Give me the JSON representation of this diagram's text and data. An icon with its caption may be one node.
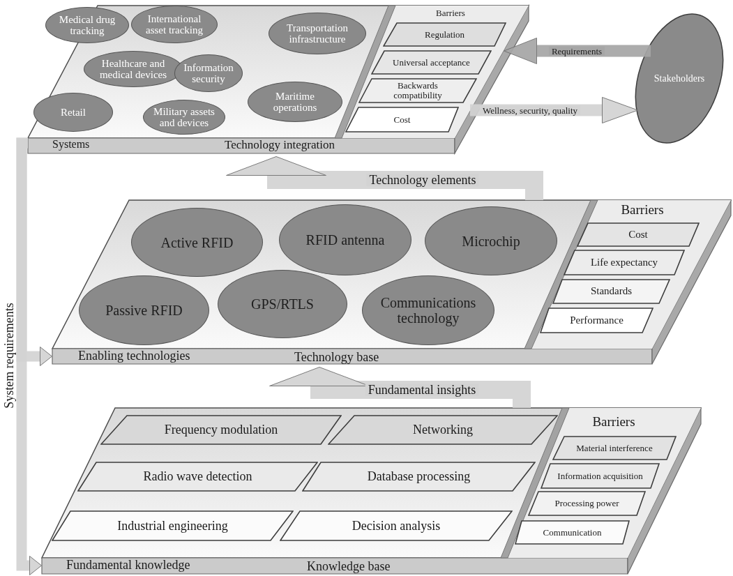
{
  "diagram": {
    "nodes": [
      {
        "text": [
          "Systems",
          "Technology integration"
        ]
      },
      {
        "text": [
          "Medical drug tracking"
        ],
        "in": 0
      },
      {
        "text": [
          "International asset tracking"
        ],
        "in": 0
      },
      {
        "text": [
          "Transportation infrastructure"
        ],
        "in": 0
      },
      {
        "text": [
          "Healthcare and medical devices"
        ],
        "in": 0
      },
      {
        "text": [
          "Information security"
        ],
        "in": 0
      },
      {
        "text": [
          "Maritime operations"
        ],
        "in": 0
      },
      {
        "text": [
          "Retail"
        ],
        "in": 0
      },
      {
        "text": [
          "Military assets and devices"
        ],
        "in": 0
      },
      {
        "text": [
          "Barriers"
        ],
        "in": 0
      },
      {
        "text": [
          "Regulation"
        ],
        "in": 9
      },
      {
        "text": [
          "Universal acceptance"
        ],
        "in": 9
      },
      {
        "text": [
          "Backwards compatibility"
        ],
        "in": 9
      },
      {
        "text": [
          "Cost"
        ],
        "in": 9
      },
      {
        "text": [
          "Stakeholders"
        ]
      },
      {
        "text": [
          "Enabling technologies",
          "Technology base"
        ]
      },
      {
        "text": [
          "Active RFID"
        ],
        "in": 15
      },
      {
        "text": [
          "RFID antenna"
        ],
        "in": 15
      },
      {
        "text": [
          "Microchip"
        ],
        "in": 15
      },
      {
        "text": [
          "Passive RFID"
        ],
        "in": 15
      },
      {
        "text": [
          "GPS/RTLS"
        ],
        "in": 15
      },
      {
        "text": [
          "Communications technology"
        ],
        "in": 15
      },
      {
        "text": [
          "Barriers"
        ],
        "in": 15
      },
      {
        "text": [
          "Cost"
        ],
        "in": 22
      },
      {
        "text": [
          "Life expectancy"
        ],
        "in": 22
      },
      {
        "text": [
          "Standards"
        ],
        "in": 22
      },
      {
        "text": [
          "Performance"
        ],
        "in": 22
      },
      {
        "text": [
          "Fundamental knowledge",
          "Knowledge base"
        ]
      },
      {
        "text": [
          "Frequency modulation"
        ],
        "in": 27
      },
      {
        "text": [
          "Networking"
        ],
        "in": 27
      },
      {
        "text": [
          "Radio wave detection"
        ],
        "in": 27
      },
      {
        "text": [
          "Database processing"
        ],
        "in": 27
      },
      {
        "text": [
          "Industrial engineering"
        ],
        "in": 27
      },
      {
        "text": [
          "Decision analysis"
        ],
        "in": 27
      },
      {
        "text": [
          "Barriers"
        ],
        "in": 27
      },
      {
        "text": [
          "Material interference"
        ],
        "in": 34
      },
      {
        "text": [
          "Information acquisition"
        ],
        "in": 34
      },
      {
        "text": [
          "Processing power"
        ],
        "in": 34
      },
      {
        "text": [
          "Communication"
        ],
        "in": 34
      }
    ],
    "edges": [
      {
        "from": 14,
        "to": 9,
        "arrow": "to",
        "label": "Requirements",
        "color": "#a6a6a6"
      },
      {
        "from": 9,
        "to": 14,
        "arrow": "to",
        "label": "Wellness, security, quality"
      },
      {
        "from": 15,
        "to": 0,
        "arrow": "to",
        "label": "Technology elements"
      },
      {
        "from": 27,
        "to": 15,
        "arrow": "to",
        "label": "Fundamental insights"
      },
      {
        "from": 0,
        "to": 15,
        "arrow": "to"
      },
      {
        "from": 0,
        "to": 27,
        "arrow": "to",
        "label": "System requirements"
      }
    ]
  }
}
